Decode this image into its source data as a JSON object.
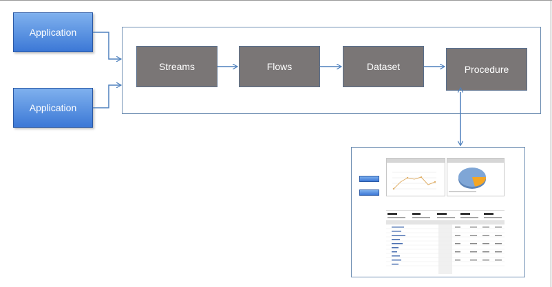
{
  "applications": [
    {
      "label": "Application"
    },
    {
      "label": "Application"
    }
  ],
  "stages": [
    {
      "label": "Streams"
    },
    {
      "label": "Flows"
    },
    {
      "label": "Dataset"
    },
    {
      "label": "Procedure"
    }
  ],
  "colors": {
    "app_fill": "#3c78d6",
    "stage_fill": "#7a7676",
    "connector": "#4f81bd",
    "pie_blue": "#7fa6d6",
    "pie_orange": "#f5a623"
  },
  "dashboard_thumbnail": {
    "description": "Analytics dashboard screenshot"
  }
}
